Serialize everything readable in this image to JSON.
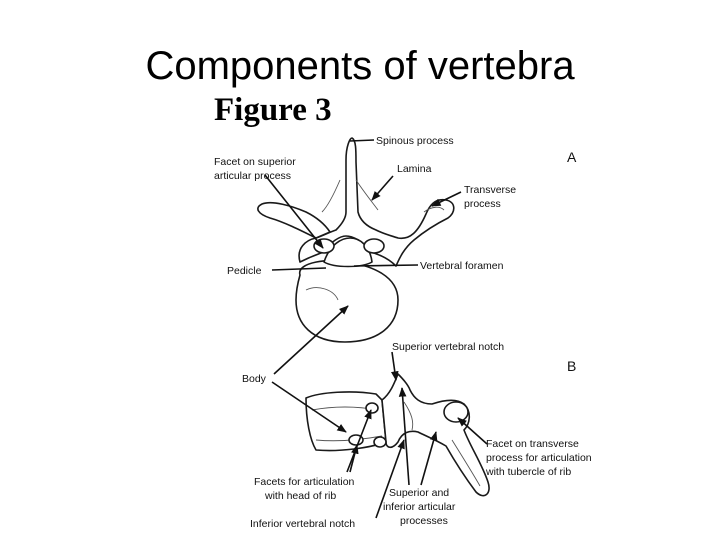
{
  "slide": {
    "title": "Components of vertebra",
    "figure_label": "Figure 3"
  },
  "views": {
    "a": "A",
    "b": "B"
  },
  "labels": {
    "spinous_process": "Spinous process",
    "facet_superior_1": "Facet on superior",
    "facet_superior_2": "articular process",
    "lamina": "Lamina",
    "transverse_1": "Transverse",
    "transverse_2": "process",
    "pedicle": "Pedicle",
    "vertebral_foramen": "Vertebral foramen",
    "superior_notch": "Superior vertebral notch",
    "body": "Body",
    "facet_transverse_1": "Facet on transverse",
    "facet_transverse_2": "process for articulation",
    "facet_transverse_3": "with tubercle of rib",
    "facets_rib_1": "Facets for articulation",
    "facets_rib_2": "with head of rib",
    "sup_inf_1": "Superior and",
    "sup_inf_2": "inferior articular",
    "sup_inf_3": "processes",
    "inferior_notch": "Inferior vertebral notch"
  }
}
